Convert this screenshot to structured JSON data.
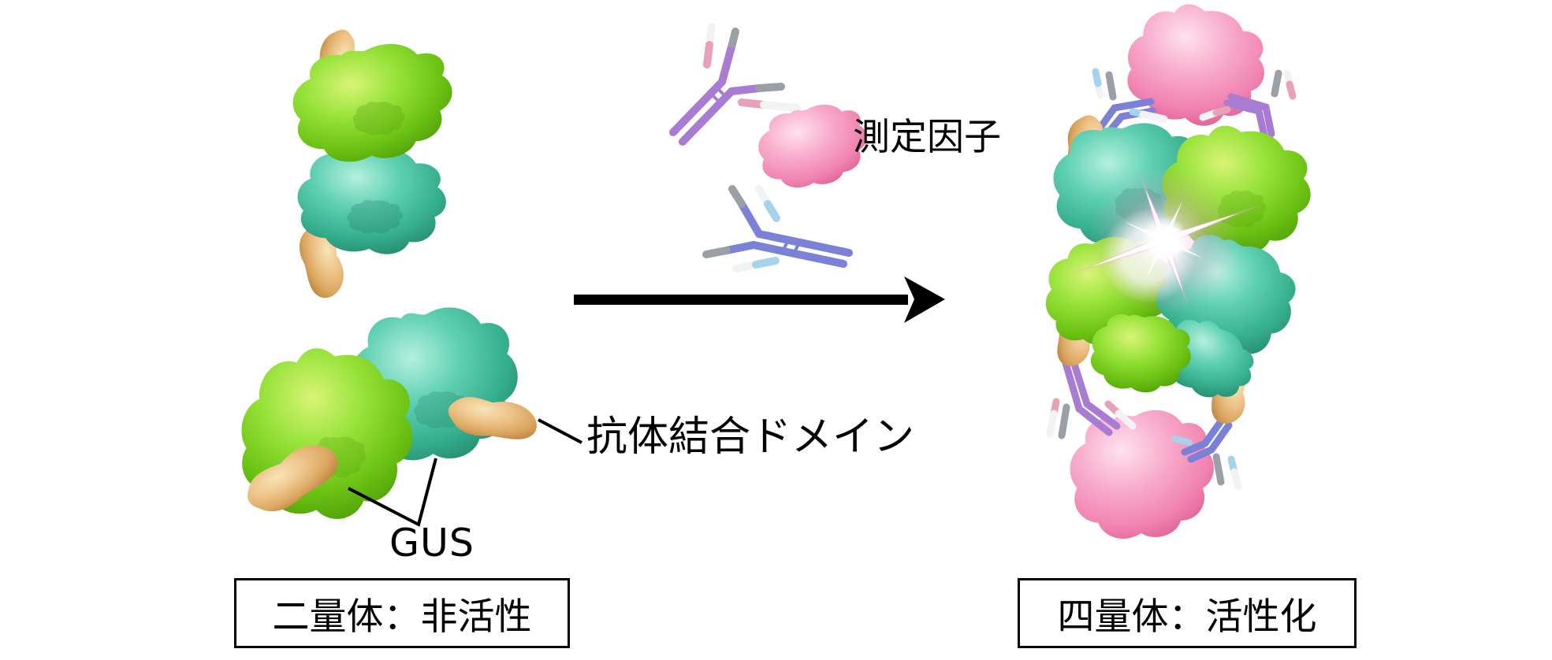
{
  "labels": {
    "analyte": "測定因子",
    "antibody_binding_domain": "抗体結合ドメイン",
    "gus": "GUS"
  },
  "captions": {
    "dimer_state": "二量体：非活性",
    "tetramer_state": "四量体：活性化"
  },
  "colors": {
    "background": "#ffffff",
    "gus_green": "#7ed31c",
    "gus_teal": "#3fbf9e",
    "antibody_binding_domain_tan": "#e3b878",
    "analyte_pink": "#f295bd",
    "antibody_purple": "#a87cd2",
    "antibody_blue": "#7a81d6",
    "cap_gray": "#9aa0a6",
    "cap_white": "#f2f3f4",
    "cap_light_blue": "#a5d3ee",
    "cap_light_pink": "#e8a2b8",
    "leader_line": "#000000",
    "arrow": "#000000",
    "text": "#000000",
    "glow_core": "#ffffff",
    "glow_halo": "#ffaede"
  }
}
